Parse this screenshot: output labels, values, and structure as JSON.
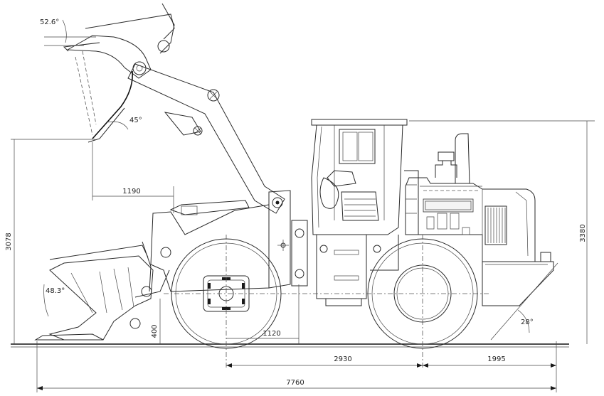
{
  "dimensions": {
    "overall_length": "7760",
    "wheelbase": "2930",
    "rear_overhang": "1995",
    "front_axle_offset": "1120",
    "dump_reach": "1190",
    "dump_clearance": "3078",
    "overall_height": "3380",
    "dig_depth": "400"
  },
  "angles": {
    "rollback_at_top": "52.6°",
    "dump_angle": "45°",
    "rollback_at_ground": "48.3°",
    "departure_angle": "28°"
  }
}
